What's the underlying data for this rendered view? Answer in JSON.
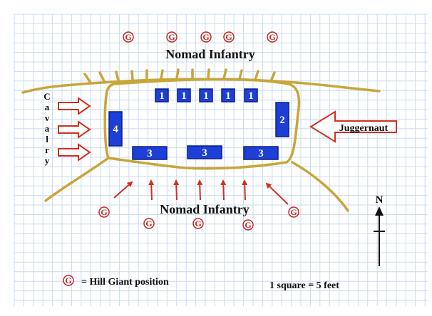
{
  "labels": {
    "top_infantry": "Nomad Infantry",
    "bottom_infantry": "Nomad Infantry",
    "cavalry_letters": [
      "C",
      "a",
      "v",
      "a",
      "l",
      "r",
      "y"
    ],
    "juggernaut": "Juggernaut",
    "north": "N",
    "giant_symbol": "G",
    "legend_text": "= Hill Giant position",
    "scale_text": "1 square = 5 feet"
  },
  "blocks": {
    "top": [
      "1",
      "1",
      "1",
      "1",
      "1"
    ],
    "right": "2",
    "bottom": [
      "3",
      "3",
      "3"
    ],
    "left": "4"
  },
  "colors": {
    "grid": "#c9dcf0",
    "wall": "#c8a63a",
    "block": "#1d3fd6",
    "block_edge": "#0a1f8c",
    "arrow": "#d0301f",
    "giant_ring": "#c62828"
  }
}
